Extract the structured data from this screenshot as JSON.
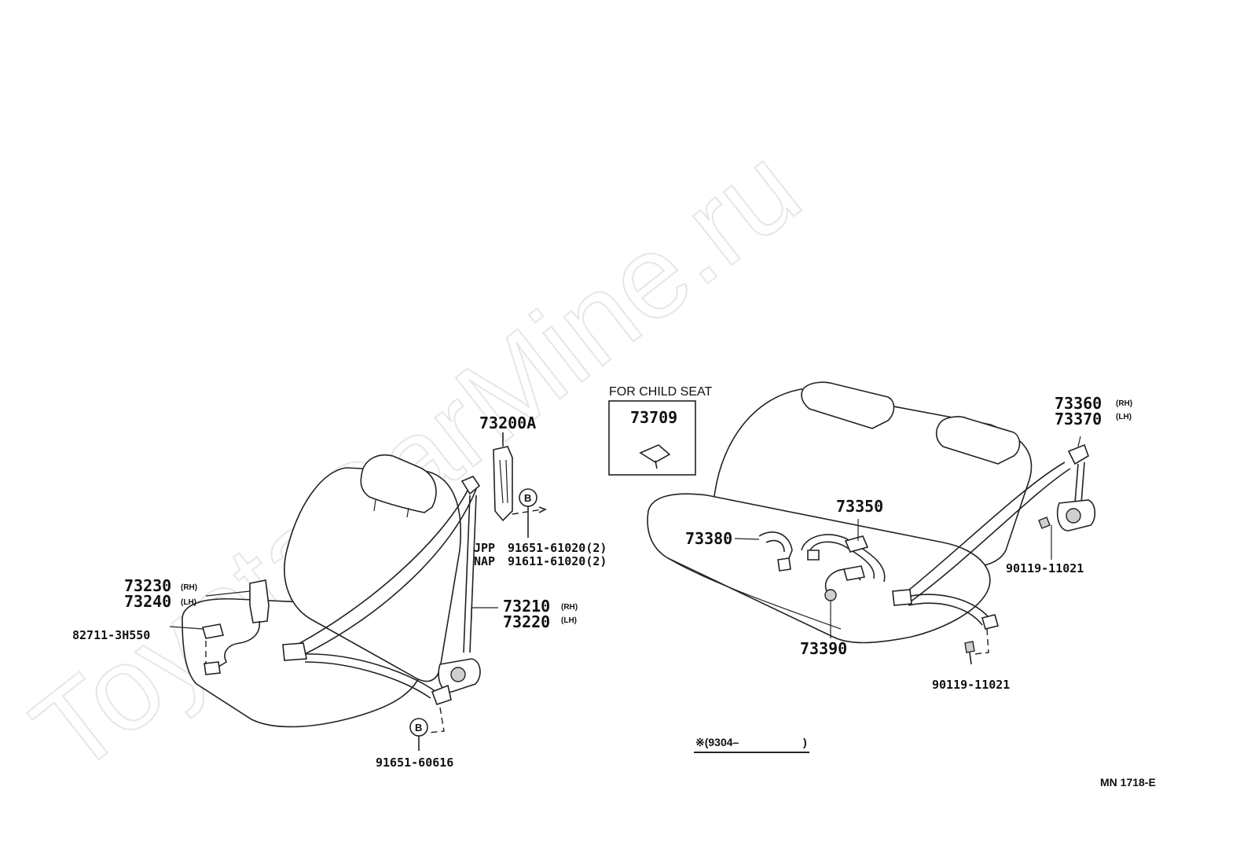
{
  "watermark": "ToyotaCarMine.ru",
  "child_seat": {
    "heading": "FOR CHILD SEAT",
    "part": "73709"
  },
  "front": {
    "p73200A": "73200A",
    "circle_b_top": "B",
    "jpp_code": "JPP",
    "jpp_part": "91651-61020(2)",
    "nap_code": "NAP",
    "nap_part": "91611-61020(2)",
    "p73230": "73230",
    "p73230_side": "(RH)",
    "p73240": "73240",
    "p73240_side": "(LH)",
    "p82711": "82711-3H550",
    "p73210": "73210",
    "p73210_side": "(RH)",
    "p73220": "73220",
    "p73220_side": "(LH)",
    "circle_b_bottom": "B",
    "p91651_60616": "91651-60616"
  },
  "rear": {
    "p73360": "73360",
    "p73360_side": "(RH)",
    "p73370": "73370",
    "p73370_side": "(LH)",
    "p73350": "73350",
    "p73380": "73380",
    "p90119_upper": "90119-11021",
    "p73390": "73390",
    "p90119_lower": "90119-11021"
  },
  "date_note": "※(9304–",
  "date_close": ")",
  "ref_code": "MN  1718-E"
}
